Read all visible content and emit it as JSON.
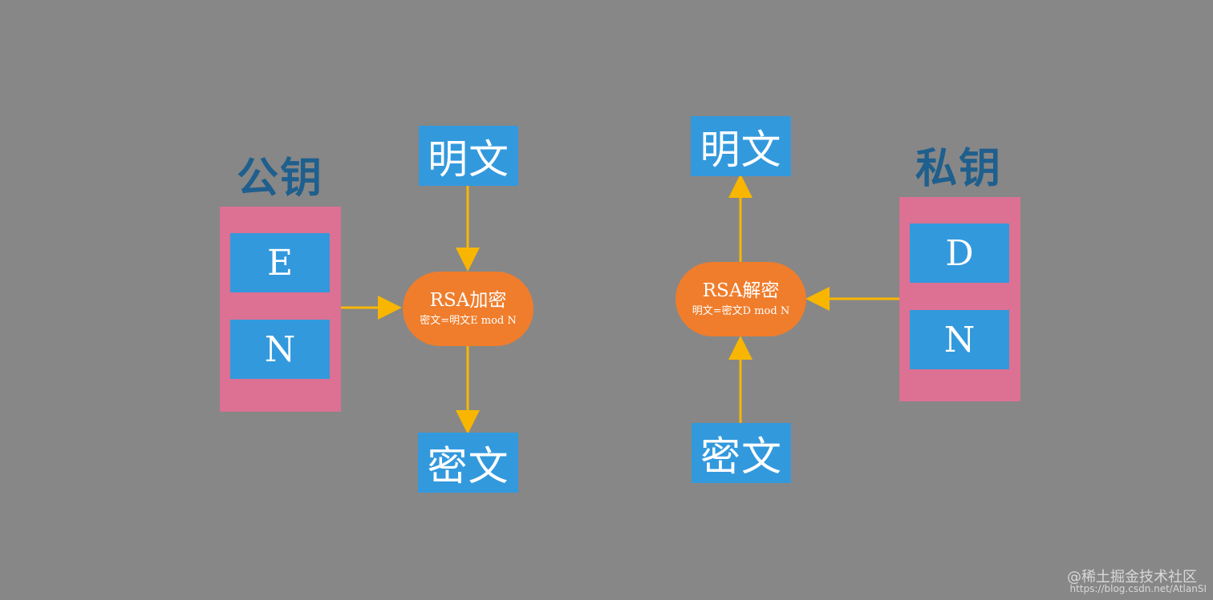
{
  "left": {
    "key_title": "公钥",
    "key_params": [
      "E",
      "N"
    ],
    "input_label": "明文",
    "process_title": "RSA加密",
    "process_formula": "密文=明文E mod N",
    "output_label": "密文"
  },
  "right": {
    "key_title": "私钥",
    "key_params": [
      "D",
      "N"
    ],
    "input_label": "密文",
    "process_title": "RSA解密",
    "process_formula": "明文=密文D mod N",
    "output_label": "明文"
  },
  "watermark": {
    "line1": "@稀土掘金技术社区",
    "line2": "https://blog.csdn.net/AtlanSI"
  },
  "colors": {
    "background": "#878787",
    "box_blue": "#3399dd",
    "key_panel_pink": "#dc7193",
    "process_orange": "#ef7d2c",
    "arrow_yellow": "#f8b600",
    "key_title_blue": "#1f5f8d"
  }
}
